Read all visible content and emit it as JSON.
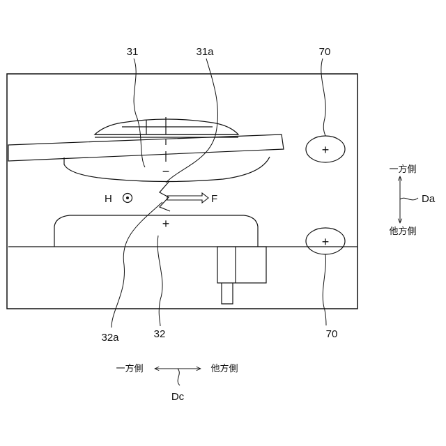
{
  "labels": {
    "ref_31": "31",
    "ref_31a": "31a",
    "ref_70_top": "70",
    "ref_70_bottom": "70",
    "ref_32a": "32a",
    "ref_32": "32",
    "minus": "−",
    "plus": "+",
    "terminal_plus_top": "+",
    "terminal_plus_bottom": "+",
    "H": "H",
    "F": "F"
  },
  "direction_Da": {
    "name": "Da",
    "one_side": "一方側",
    "other_side": "他方側"
  },
  "direction_Dc": {
    "name": "Dc",
    "one_side": "一方側",
    "other_side": "他方側"
  }
}
